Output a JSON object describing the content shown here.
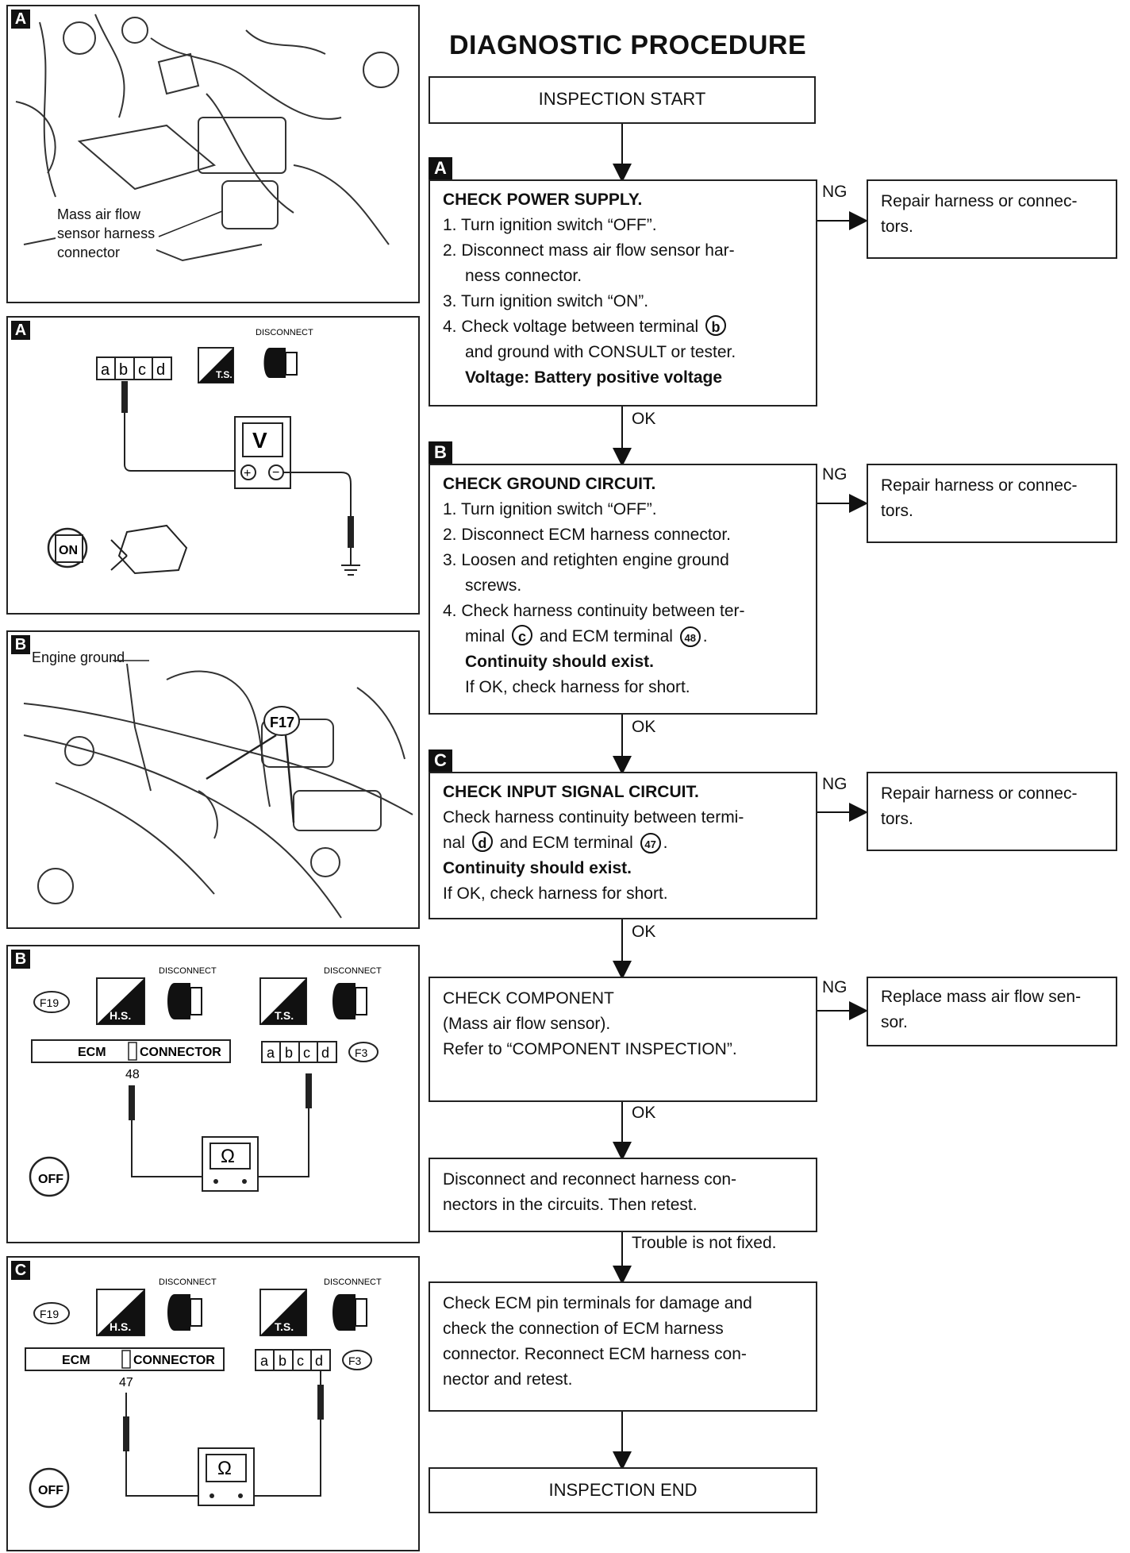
{
  "title": "DIAGNOSTIC PROCEDURE",
  "left_panels": {
    "p1": {
      "tag": "A",
      "label_lines": [
        "Mass air flow",
        "sensor harness",
        "connector"
      ]
    },
    "p2": {
      "tag": "A",
      "connector_pins": [
        "a",
        "b",
        "c",
        "d"
      ],
      "meter": "V",
      "disconnect": "DISCONNECT",
      "ts": "T.S.",
      "key": "ON"
    },
    "p3": {
      "tag": "B",
      "label": "Engine ground",
      "callout": "F17"
    },
    "p4": {
      "tag": "B",
      "f19": "F19",
      "hs": "H.S.",
      "ts": "T.S.",
      "disconnect": "DISCONNECT",
      "ecm": "ECM",
      "connector": "CONNECTOR",
      "pin": "48",
      "f3": "F3",
      "connector_pins": [
        "a",
        "b",
        "c",
        "d"
      ],
      "meter": "Ω",
      "key": "OFF"
    },
    "p5": {
      "tag": "C",
      "f19": "F19",
      "hs": "H.S.",
      "ts": "T.S.",
      "disconnect": "DISCONNECT",
      "ecm": "ECM",
      "connector": "CONNECTOR",
      "pin": "47",
      "f3": "F3",
      "connector_pins": [
        "a",
        "b",
        "c",
        "d"
      ],
      "meter": "Ω",
      "key": "OFF"
    }
  },
  "flow": {
    "start": "INSPECTION START",
    "sec_a": "A",
    "sec_b": "B",
    "sec_c": "C",
    "power": {
      "heading": "CHECK POWER SUPPLY.",
      "s1": "1. Turn ignition switch “OFF”.",
      "s2": "2. Disconnect mass air flow sensor har-",
      "s2b": "ness connector.",
      "s3": "3. Turn ignition switch “ON”.",
      "s4a": "4. Check voltage between terminal",
      "term": "b",
      "s4b": "and ground with CONSULT or tester.",
      "spec": "Voltage: Battery positive voltage"
    },
    "ground": {
      "heading": "CHECK GROUND CIRCUIT.",
      "s1": "1. Turn ignition switch “OFF”.",
      "s2": "2. Disconnect ECM harness connector.",
      "s3": "3. Loosen and retighten engine ground",
      "s3b": "screws.",
      "s4": "4. Check harness continuity between ter-",
      "s4b_pre": "minal",
      "term1": "c",
      "s4b_mid": "and ECM terminal",
      "term2": "48",
      "spec": "Continuity should exist.",
      "note": "If OK, check harness for short."
    },
    "input": {
      "heading": "CHECK INPUT SIGNAL CIRCUIT.",
      "l1": "Check harness continuity between termi-",
      "l2_pre": "nal",
      "term1": "d",
      "l2_mid": "and ECM terminal",
      "term2": "47",
      "spec": "Continuity should exist.",
      "note": "If OK, check harness for short."
    },
    "component": {
      "l1": "CHECK COMPONENT",
      "l2": "(Mass air flow sensor).",
      "l3": "Refer to “COMPONENT INSPECTION”."
    },
    "reconnect": {
      "l1": "Disconnect and reconnect harness con-",
      "l2": "nectors in the circuits. Then retest."
    },
    "ecm_check": {
      "l1": "Check ECM pin terminals for damage and",
      "l2": "check the connection of ECM harness",
      "l3": "connector. Reconnect ECM harness con-",
      "l4": "nector and retest."
    },
    "end": "INSPECTION END",
    "ng": "NG",
    "ok": "OK",
    "trouble": "Trouble is not fixed.",
    "repair1": [
      "Repair harness or connec-",
      "tors."
    ],
    "repair2": [
      "Repair harness or connec-",
      "tors."
    ],
    "repair3": [
      "Repair harness or connec-",
      "tors."
    ],
    "replace": [
      "Replace mass air flow sen-",
      "sor."
    ]
  }
}
